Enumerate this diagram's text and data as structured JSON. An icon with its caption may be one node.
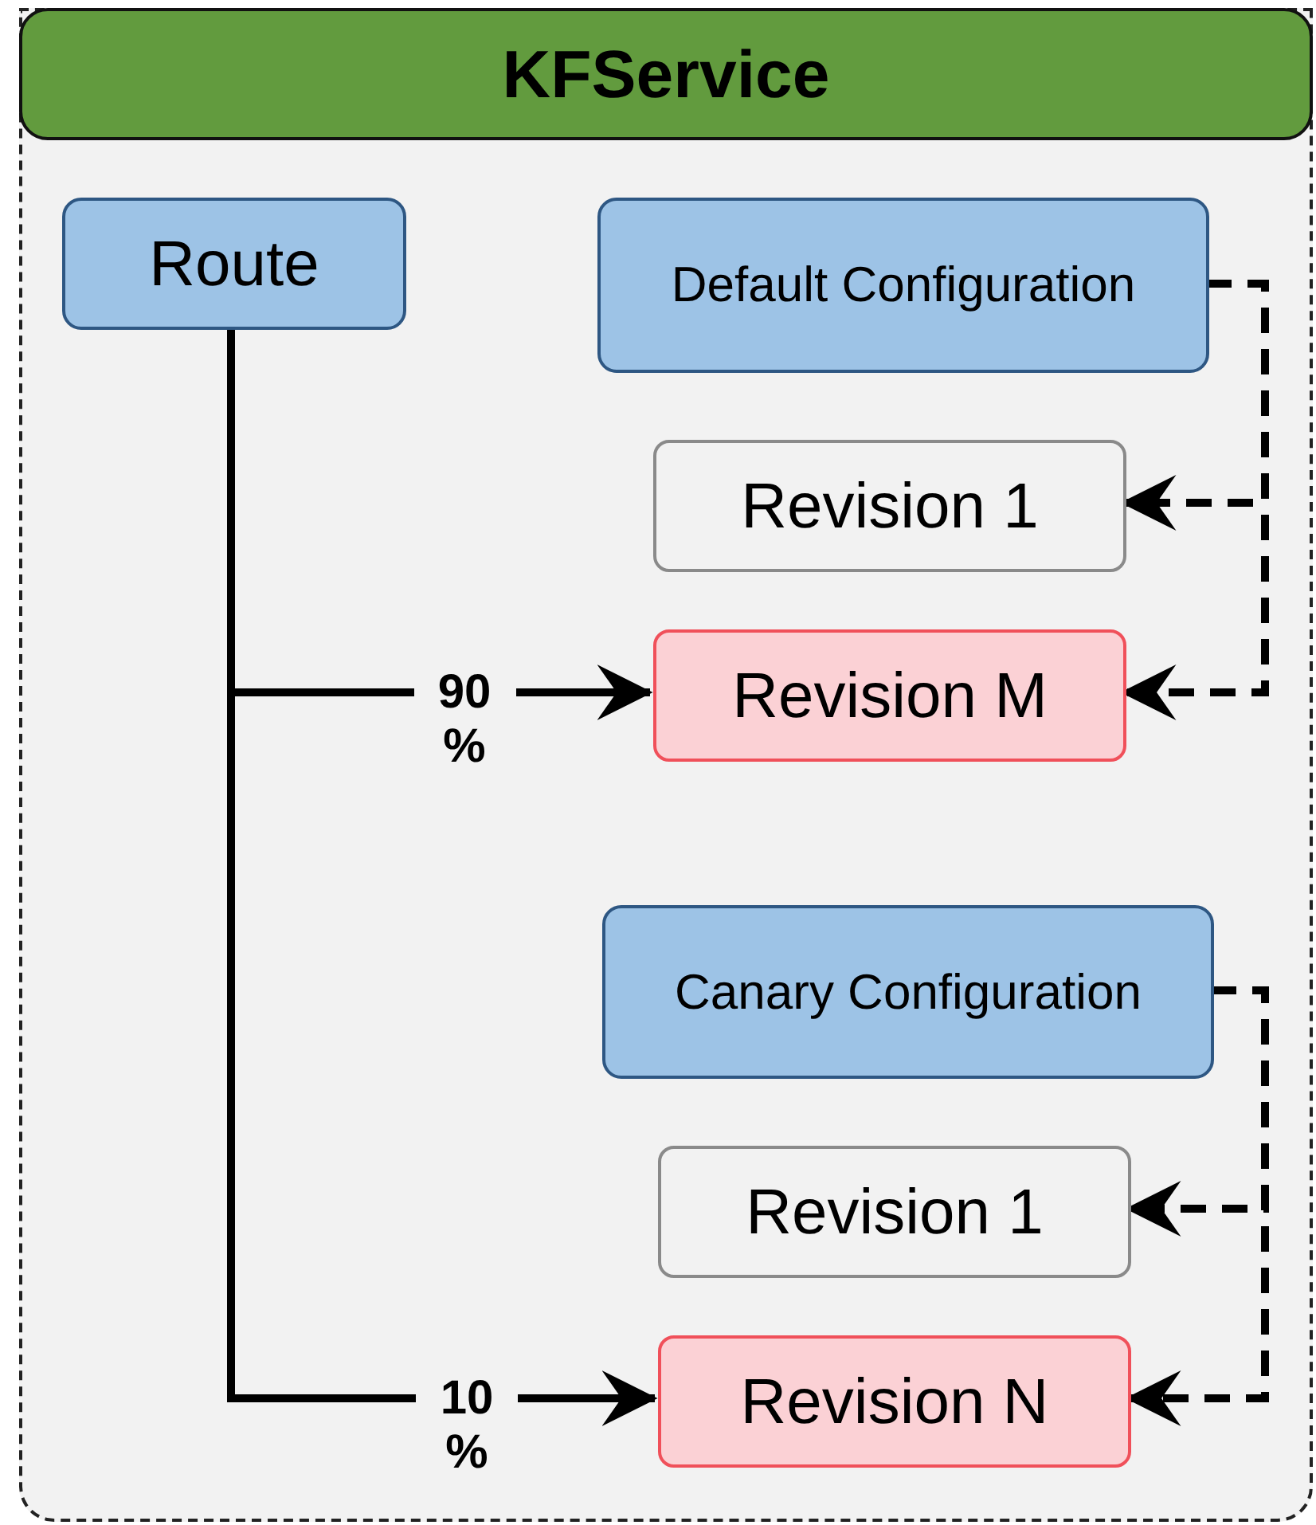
{
  "diagram": {
    "nodes": [
      {
        "text": [
          "KFService"
        ]
      },
      {
        "text": [
          "Route"
        ],
        "in": 0
      },
      {
        "text": [
          "Default Configuration"
        ],
        "in": 0
      },
      {
        "text": [
          "Revision 1"
        ],
        "in": 0
      },
      {
        "text": [
          "Revision M"
        ],
        "in": 0
      },
      {
        "text": [
          "Canary Configuration"
        ],
        "in": 0
      },
      {
        "text": [
          "Revision 1"
        ],
        "in": 0
      },
      {
        "text": [
          "Revision N"
        ],
        "in": 0
      }
    ],
    "edges": [
      {
        "from": 1,
        "to": 4,
        "arrow": "to",
        "label": "90 %"
      },
      {
        "from": 1,
        "to": 7,
        "arrow": "to",
        "label": "10 %"
      },
      {
        "from": 2,
        "to": 3,
        "arrow": "to",
        "style": "dashed"
      },
      {
        "from": 2,
        "to": 4,
        "arrow": "to",
        "style": "dashed"
      },
      {
        "from": 5,
        "to": 6,
        "arrow": "to",
        "style": "dashed"
      },
      {
        "from": 5,
        "to": 7,
        "arrow": "to",
        "style": "dashed"
      }
    ]
  }
}
